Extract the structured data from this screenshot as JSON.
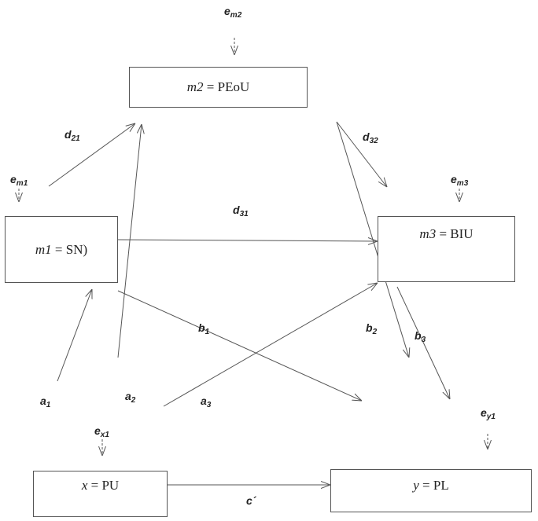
{
  "nodes": {
    "m2": {
      "var": "m2",
      "eq": " = ",
      "name": "PEoU"
    },
    "m1": {
      "var": "m1",
      "eq": " = ",
      "name": "SN)"
    },
    "m3": {
      "var": "m3",
      "eq": " = ",
      "name": "BIU"
    },
    "x": {
      "var": "x",
      "eq": " = ",
      "name": "PU"
    },
    "y": {
      "var": "y",
      "eq": " = ",
      "name": "PL"
    }
  },
  "errors": {
    "em2": {
      "base": "e",
      "sub": "m2"
    },
    "em1": {
      "base": "e",
      "sub": "m1"
    },
    "em3": {
      "base": "e",
      "sub": "m3"
    },
    "ex1": {
      "base": "e",
      "sub": "x1"
    },
    "ey1": {
      "base": "e",
      "sub": "y1"
    }
  },
  "paths": {
    "d21": {
      "base": "d",
      "sub": "21"
    },
    "d32": {
      "base": "d",
      "sub": "32"
    },
    "d31": {
      "base": "d",
      "sub": "31"
    },
    "b1": {
      "base": "b",
      "sub": "1"
    },
    "b2": {
      "base": "b",
      "sub": "2"
    },
    "b3": {
      "base": "b",
      "sub": "3"
    },
    "a1": {
      "base": "a",
      "sub": "1"
    },
    "a2": {
      "base": "a",
      "sub": "2"
    },
    "a3": {
      "base": "a",
      "sub": "3"
    },
    "c": {
      "text": "c´"
    }
  },
  "colors": {
    "line": "#555555",
    "text": "#222222"
  }
}
